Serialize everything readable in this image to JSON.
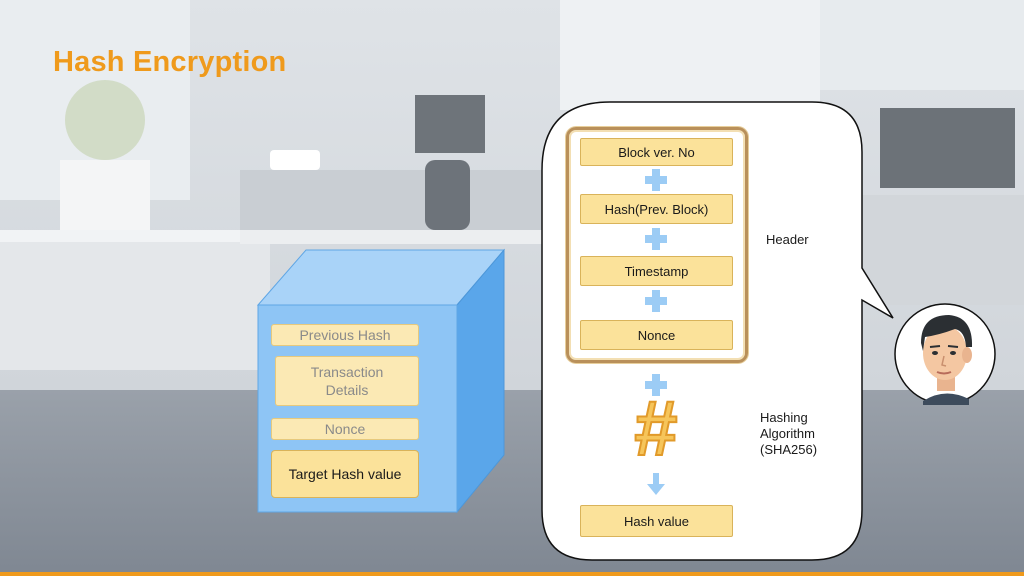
{
  "slide": {
    "title": "Hash Encryption"
  },
  "block": {
    "previous_hash": "Previous Hash",
    "transaction_details_line1": "Transaction",
    "transaction_details_line2": "Details",
    "nonce": "Nonce",
    "target_hash": "Target Hash value"
  },
  "header_stack": {
    "items": [
      "Block ver. No",
      "Hash(Prev. Block)",
      "Timestamp",
      "Nonce"
    ],
    "group_label": "Header"
  },
  "hashing": {
    "symbol": "#",
    "label_line1": "Hashing",
    "label_line2": "Algorithm",
    "label_line3": "(SHA256)"
  },
  "output": {
    "hash_value": "Hash value"
  },
  "colors": {
    "title": "#ef9a1c",
    "cube_front": "#8ec5f5",
    "cube_side": "#5aa6ea",
    "box_fill": "#fbe29a",
    "plus": "#9cccf5"
  }
}
